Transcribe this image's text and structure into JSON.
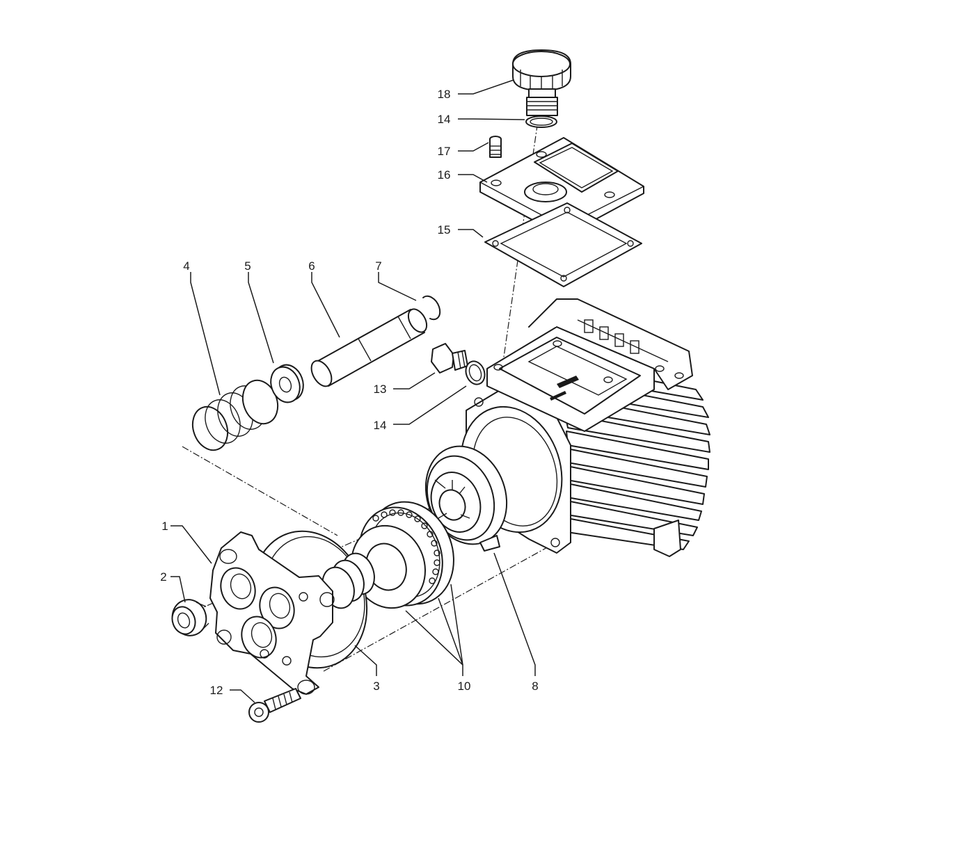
{
  "callouts": {
    "c1": "1",
    "c2": "2",
    "c3": "3",
    "c4": "4",
    "c5": "5",
    "c6": "6",
    "c7": "7",
    "c8": "8",
    "c10": "10",
    "c12": "12",
    "c13": "13",
    "c14a": "14",
    "c14b": "14",
    "c15": "15",
    "c16": "16",
    "c17": "17",
    "c18": "18"
  }
}
